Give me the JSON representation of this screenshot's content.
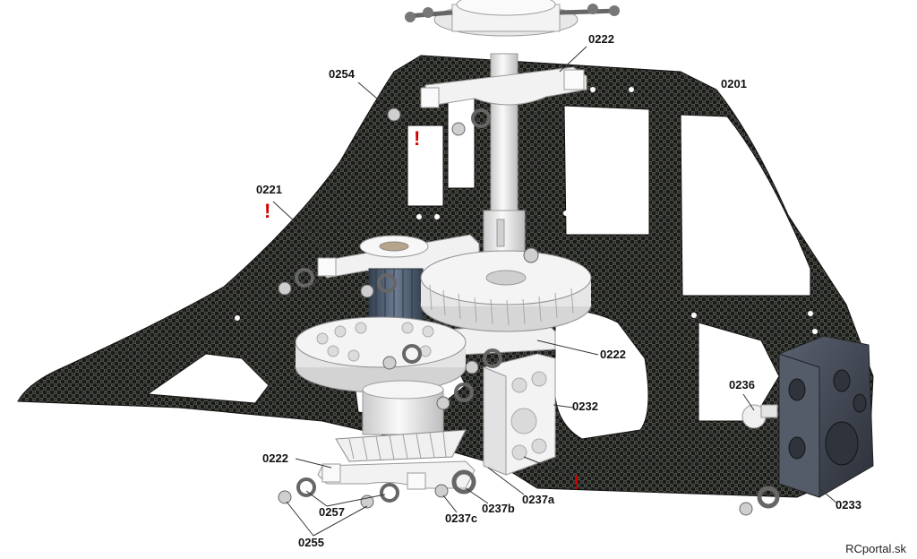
{
  "labels": {
    "p0222_top": "0222",
    "p0201": "0201",
    "p0254": "0254",
    "p0221": "0221",
    "p0222_mid": "0222",
    "p0236": "0236",
    "p0232": "0232",
    "p0222_bot": "0222",
    "p0257": "0257",
    "p0255": "0255",
    "p0237c": "0237c",
    "p0237b": "0237b",
    "p0237a": "0237a",
    "p0233": "0233"
  },
  "warnings": {
    "w1": "!",
    "w2": "!",
    "w3": "!"
  },
  "credit": "RCportal.sk",
  "colors": {
    "carbon_frame": "#1c1c1c",
    "part_white": "#eeeeee",
    "part_dark": "#3c4350",
    "pinion_blue": "#4f5d72",
    "warning": "#d40000"
  }
}
